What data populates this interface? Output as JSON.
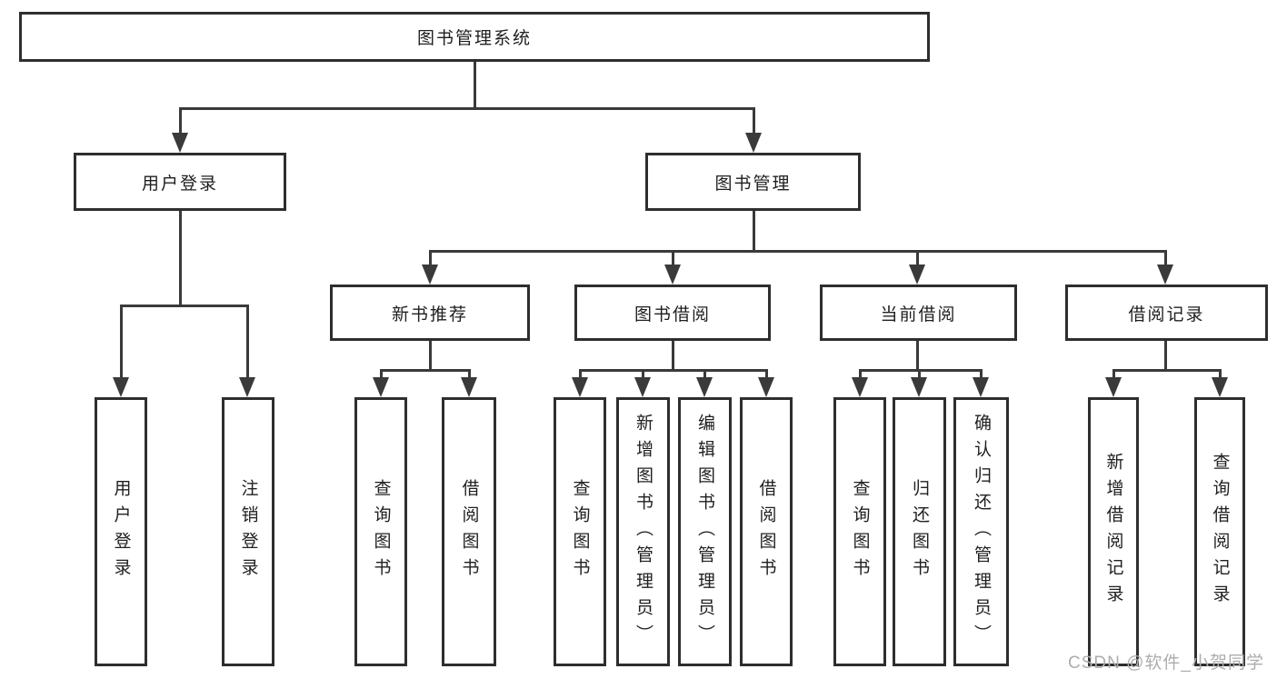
{
  "diagram_title": "图书管理系统",
  "nodes": {
    "root": "图书管理系统",
    "user_login": "用户登录",
    "book_mgmt": "图书管理",
    "new_book": "新书推荐",
    "book_borrow": "图书借阅",
    "current_borrow": "当前借阅",
    "borrow_records": "借阅记录",
    "leaf_user_login": "用户登录",
    "leaf_logout": "注销登录",
    "leaf_nb_query": "查询图书",
    "leaf_nb_borrow": "借阅图书",
    "leaf_bb_query": "查询图书",
    "leaf_bb_add": "新增图书（管理员）",
    "leaf_bb_edit": "编辑图书（管理员）",
    "leaf_bb_borrow": "借阅图书",
    "leaf_cb_query": "查询图书",
    "leaf_cb_return": "归还图书",
    "leaf_cb_confirm": "确认归还（管理员）",
    "leaf_br_add": "新增借阅记录",
    "leaf_br_query": "查询借阅记录"
  },
  "hierarchy": {
    "图书管理系统": {
      "用户登录": [
        "用户登录",
        "注销登录"
      ],
      "图书管理": {
        "新书推荐": [
          "查询图书",
          "借阅图书"
        ],
        "图书借阅": [
          "查询图书",
          "新增图书（管理员）",
          "编辑图书（管理员）",
          "借阅图书"
        ],
        "当前借阅": [
          "查询图书",
          "归还图书",
          "确认归还（管理员）"
        ],
        "借阅记录": [
          "新增借阅记录",
          "查询借阅记录"
        ]
      }
    }
  },
  "watermark": "CSDN @软件_小贺同学",
  "colors": {
    "line": "#3a3a3a",
    "box_border": "#2e2e2e",
    "text": "#202020",
    "watermark": "#adadad",
    "background": "#ffffff"
  }
}
